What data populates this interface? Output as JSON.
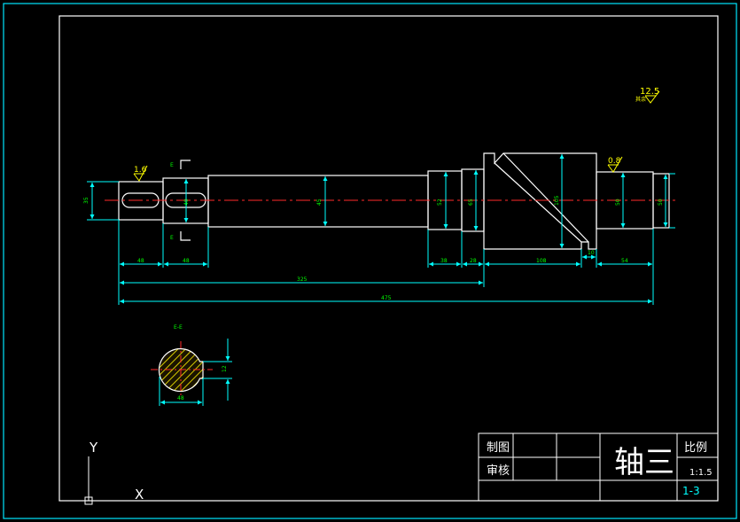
{
  "colors": {
    "background": "#000000",
    "outline": "#ffffff",
    "frame": "#00e5ff",
    "dimension": "#00ffff",
    "dimension_text": "#00ff00",
    "centerline": "#ff2a2a",
    "roughness": "#ffff00",
    "hatch": "#d4c800"
  },
  "roughness": {
    "general": "12.5",
    "general_suffix": "其余",
    "left_journal": "1.6",
    "right_journal": "0.8"
  },
  "section_labels": {
    "top": "E",
    "bottom": "E",
    "view_title": "E-E"
  },
  "diameters": {
    "d1": "35",
    "d2": "40",
    "d3": "45",
    "d4": "52",
    "d5": "65",
    "d6": "105",
    "d7": "50",
    "d8": "50"
  },
  "lengths": {
    "l1": "48",
    "l2": "48",
    "l3": "325",
    "l4": "38",
    "l5": "28",
    "l6": "108",
    "l7": "10",
    "l8": "54",
    "l9": "475"
  },
  "section_dims": {
    "width": "48",
    "keyway": "12"
  },
  "title_block": {
    "drawn_label": "制图",
    "checked_label": "审核",
    "part_name": "轴三",
    "scale_label": "比例",
    "scale_value": "1:1.5",
    "drawing_number": "1-3"
  },
  "ucs": {
    "x_label": "X",
    "y_label": "Y"
  }
}
